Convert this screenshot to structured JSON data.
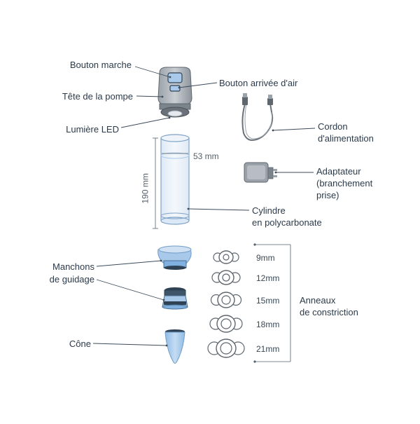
{
  "colors": {
    "line": "#3c4a59",
    "blue": "#a9c9ea",
    "blue_dark": "#7fb0e0",
    "grey": "#9aa2aa",
    "grey_dark": "#5e666e",
    "navy": "#2f4254"
  },
  "labels": {
    "bouton_marche": "Bouton marche",
    "bouton_air": "Bouton arrivée d'air",
    "tete_pompe": "Tête de la pompe",
    "lumiere_led": "Lumière LED",
    "cordon_1": "Cordon",
    "cordon_2": "d'alimentation",
    "adapt_1": "Adaptateur",
    "adapt_2": "(branchement",
    "adapt_3": "prise)",
    "cyl_1": "Cylindre",
    "cyl_2": "en polycarbonate",
    "manchons_1": "Manchons",
    "manchons_2": "de guidage",
    "cone": "Cône",
    "anneaux_1": "Anneaux",
    "anneaux_2": "de constriction"
  },
  "dimensions": {
    "diameter": "53 mm",
    "height": "190 mm"
  },
  "rings": [
    {
      "size": "9mm"
    },
    {
      "size": "12mm"
    },
    {
      "size": "15mm"
    },
    {
      "size": "18mm"
    },
    {
      "size": "21mm"
    }
  ]
}
